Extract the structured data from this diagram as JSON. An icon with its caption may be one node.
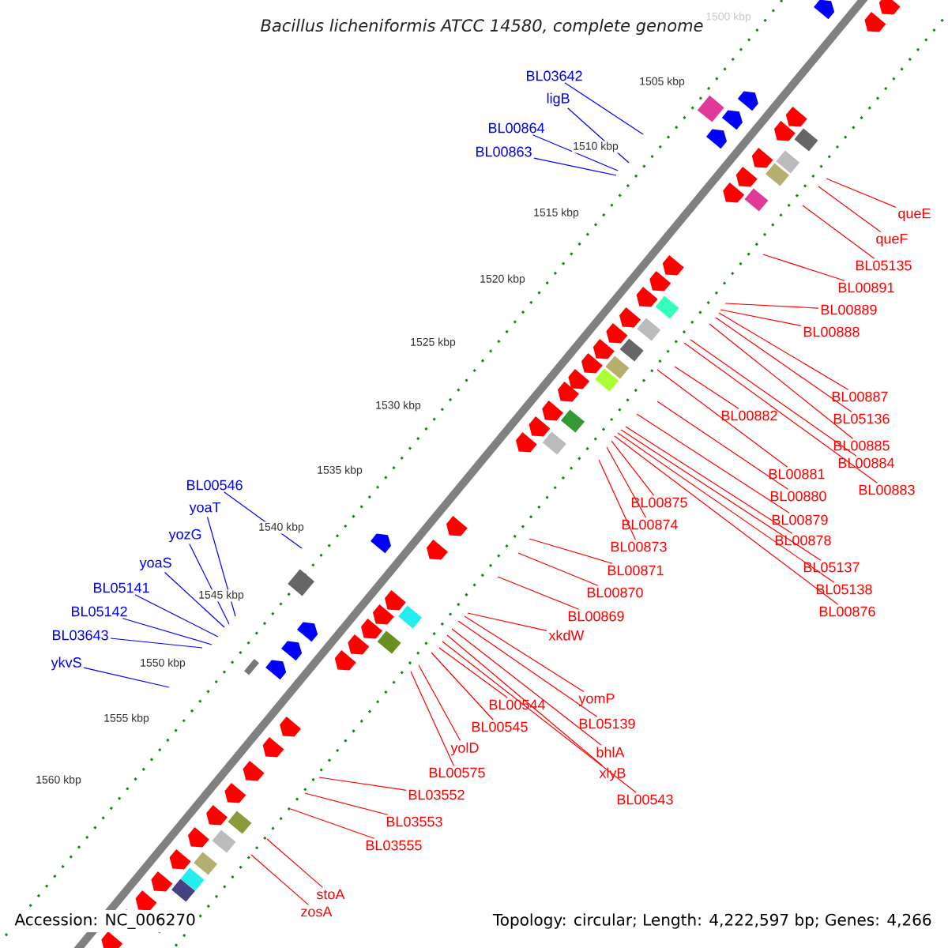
{
  "diagram": {
    "title": "Bacillus licheniformis ATCC 14580, complete genome",
    "nodes": [
      {
        "text": [
          "BL03642"
        ]
      },
      {
        "text": [
          "ligB"
        ]
      },
      {
        "text": [
          "BL00864"
        ]
      },
      {
        "text": [
          "BL00863"
        ]
      },
      {
        "text": [
          "queE"
        ]
      },
      {
        "text": [
          "queF"
        ]
      },
      {
        "text": [
          "BL05135"
        ]
      },
      {
        "text": [
          "BL00891"
        ]
      },
      {
        "text": [
          "BL00889"
        ]
      },
      {
        "text": [
          "BL00888"
        ]
      },
      {
        "text": [
          "BL00887"
        ]
      },
      {
        "text": [
          "BL05136"
        ]
      },
      {
        "text": [
          "BL00882"
        ]
      },
      {
        "text": [
          "BL00885"
        ]
      },
      {
        "text": [
          "BL00884"
        ]
      },
      {
        "text": [
          "BL00881"
        ]
      },
      {
        "text": [
          "BL00880"
        ]
      },
      {
        "text": [
          "BL00883"
        ]
      },
      {
        "text": [
          "BL00879"
        ]
      },
      {
        "text": [
          "BL00875"
        ]
      },
      {
        "text": [
          "BL00878"
        ]
      },
      {
        "text": [
          "BL00874"
        ]
      },
      {
        "text": [
          "BL00873"
        ]
      },
      {
        "text": [
          "BL05137"
        ]
      },
      {
        "text": [
          "BL00871"
        ]
      },
      {
        "text": [
          "BL05138"
        ]
      },
      {
        "text": [
          "BL00870"
        ]
      },
      {
        "text": [
          "BL00876"
        ]
      },
      {
        "text": [
          "BL00869"
        ]
      },
      {
        "text": [
          "xkdW"
        ]
      },
      {
        "text": [
          "BL00546"
        ]
      },
      {
        "text": [
          "yoaT"
        ]
      },
      {
        "text": [
          "yozG"
        ]
      },
      {
        "text": [
          "yoaS"
        ]
      },
      {
        "text": [
          "BL05141"
        ]
      },
      {
        "text": [
          "BL05142"
        ]
      },
      {
        "text": [
          "BL03643"
        ]
      },
      {
        "text": [
          "ykvS"
        ]
      },
      {
        "text": [
          "yomP"
        ]
      },
      {
        "text": [
          "BL00544"
        ]
      },
      {
        "text": [
          "BL05139"
        ]
      },
      {
        "text": [
          "BL00545"
        ]
      },
      {
        "text": [
          "yolD"
        ]
      },
      {
        "text": [
          "bhlA"
        ]
      },
      {
        "text": [
          "BL00575"
        ]
      },
      {
        "text": [
          "xlyB"
        ]
      },
      {
        "text": [
          "BL03552"
        ]
      },
      {
        "text": [
          "BL00543"
        ]
      },
      {
        "text": [
          "BL03553"
        ]
      },
      {
        "text": [
          "BL03555"
        ]
      },
      {
        "text": [
          "stoA"
        ]
      },
      {
        "text": [
          "zosA"
        ]
      }
    ],
    "edges": [
      {
        "from": 0,
        "to": null,
        "arrow": "none",
        "color": "#0000ff"
      },
      {
        "from": 1,
        "to": null,
        "arrow": "none",
        "color": "#0000ff"
      },
      {
        "from": 2,
        "to": null,
        "arrow": "none",
        "color": "#0000ff"
      },
      {
        "from": 3,
        "to": null,
        "arrow": "none",
        "color": "#0000ff"
      },
      {
        "from": 4,
        "to": null,
        "arrow": "none"
      },
      {
        "from": 5,
        "to": null,
        "arrow": "none"
      },
      {
        "from": 6,
        "to": null,
        "arrow": "none"
      },
      {
        "from": 7,
        "to": null,
        "arrow": "none"
      },
      {
        "from": 8,
        "to": null,
        "arrow": "none"
      },
      {
        "from": 9,
        "to": null,
        "arrow": "none"
      },
      {
        "from": 10,
        "to": null,
        "arrow": "none"
      },
      {
        "from": 11,
        "to": null,
        "arrow": "none"
      },
      {
        "from": 12,
        "to": null,
        "arrow": "none"
      },
      {
        "from": 13,
        "to": null,
        "arrow": "none"
      },
      {
        "from": 14,
        "to": null,
        "arrow": "none"
      },
      {
        "from": 15,
        "to": null,
        "arrow": "none"
      },
      {
        "from": 16,
        "to": null,
        "arrow": "none"
      },
      {
        "from": 17,
        "to": null,
        "arrow": "none"
      },
      {
        "from": 18,
        "to": null,
        "arrow": "none"
      },
      {
        "from": 19,
        "to": null,
        "arrow": "none"
      },
      {
        "from": 20,
        "to": null,
        "arrow": "none"
      },
      {
        "from": 21,
        "to": null,
        "arrow": "none"
      },
      {
        "from": 22,
        "to": null,
        "arrow": "none"
      },
      {
        "from": 23,
        "to": null,
        "arrow": "none"
      },
      {
        "from": 24,
        "to": null,
        "arrow": "none"
      },
      {
        "from": 25,
        "to": null,
        "arrow": "none"
      },
      {
        "from": 26,
        "to": null,
        "arrow": "none"
      },
      {
        "from": 27,
        "to": null,
        "arrow": "none"
      },
      {
        "from": 28,
        "to": null,
        "arrow": "none"
      },
      {
        "from": 29,
        "to": null,
        "arrow": "none"
      },
      {
        "from": 30,
        "to": null,
        "arrow": "none",
        "color": "#0000ff"
      },
      {
        "from": 31,
        "to": null,
        "arrow": "none",
        "color": "#0000ff"
      },
      {
        "from": 32,
        "to": null,
        "arrow": "none",
        "color": "#0000ff"
      },
      {
        "from": 33,
        "to": null,
        "arrow": "none",
        "color": "#0000ff"
      },
      {
        "from": 34,
        "to": null,
        "arrow": "none",
        "color": "#0000ff"
      },
      {
        "from": 35,
        "to": null,
        "arrow": "none",
        "color": "#0000ff"
      },
      {
        "from": 36,
        "to": null,
        "arrow": "none",
        "color": "#0000ff"
      },
      {
        "from": 37,
        "to": null,
        "arrow": "none",
        "color": "#0000ff"
      },
      {
        "from": 38,
        "to": null,
        "arrow": "none"
      },
      {
        "from": 39,
        "to": null,
        "arrow": "none"
      },
      {
        "from": 40,
        "to": null,
        "arrow": "none"
      },
      {
        "from": 41,
        "to": null,
        "arrow": "none"
      },
      {
        "from": 42,
        "to": null,
        "arrow": "none"
      },
      {
        "from": 43,
        "to": null,
        "arrow": "none"
      },
      {
        "from": 44,
        "to": null,
        "arrow": "none"
      },
      {
        "from": 45,
        "to": null,
        "arrow": "none"
      },
      {
        "from": 46,
        "to": null,
        "arrow": "none"
      },
      {
        "from": 47,
        "to": null,
        "arrow": "none"
      },
      {
        "from": 48,
        "to": null,
        "arrow": "none"
      },
      {
        "from": 49,
        "to": null,
        "arrow": "none"
      },
      {
        "from": 50,
        "to": null,
        "arrow": "none"
      },
      {
        "from": 51,
        "to": null,
        "arrow": "none"
      }
    ],
    "labels": [
      "1500 kbp",
      "1505 kbp",
      "1510 kbp",
      "1515 kbp",
      "1520 kbp",
      "1525 kbp",
      "1530 kbp",
      "1535 kbp",
      "1540 kbp",
      "1545 kbp",
      "1550 kbp",
      "1555 kbp",
      "1560 kbp",
      "Accession: NC_006270",
      "Topology: circular; Length: 4,222,597 bp; Genes: 4,266"
    ]
  }
}
